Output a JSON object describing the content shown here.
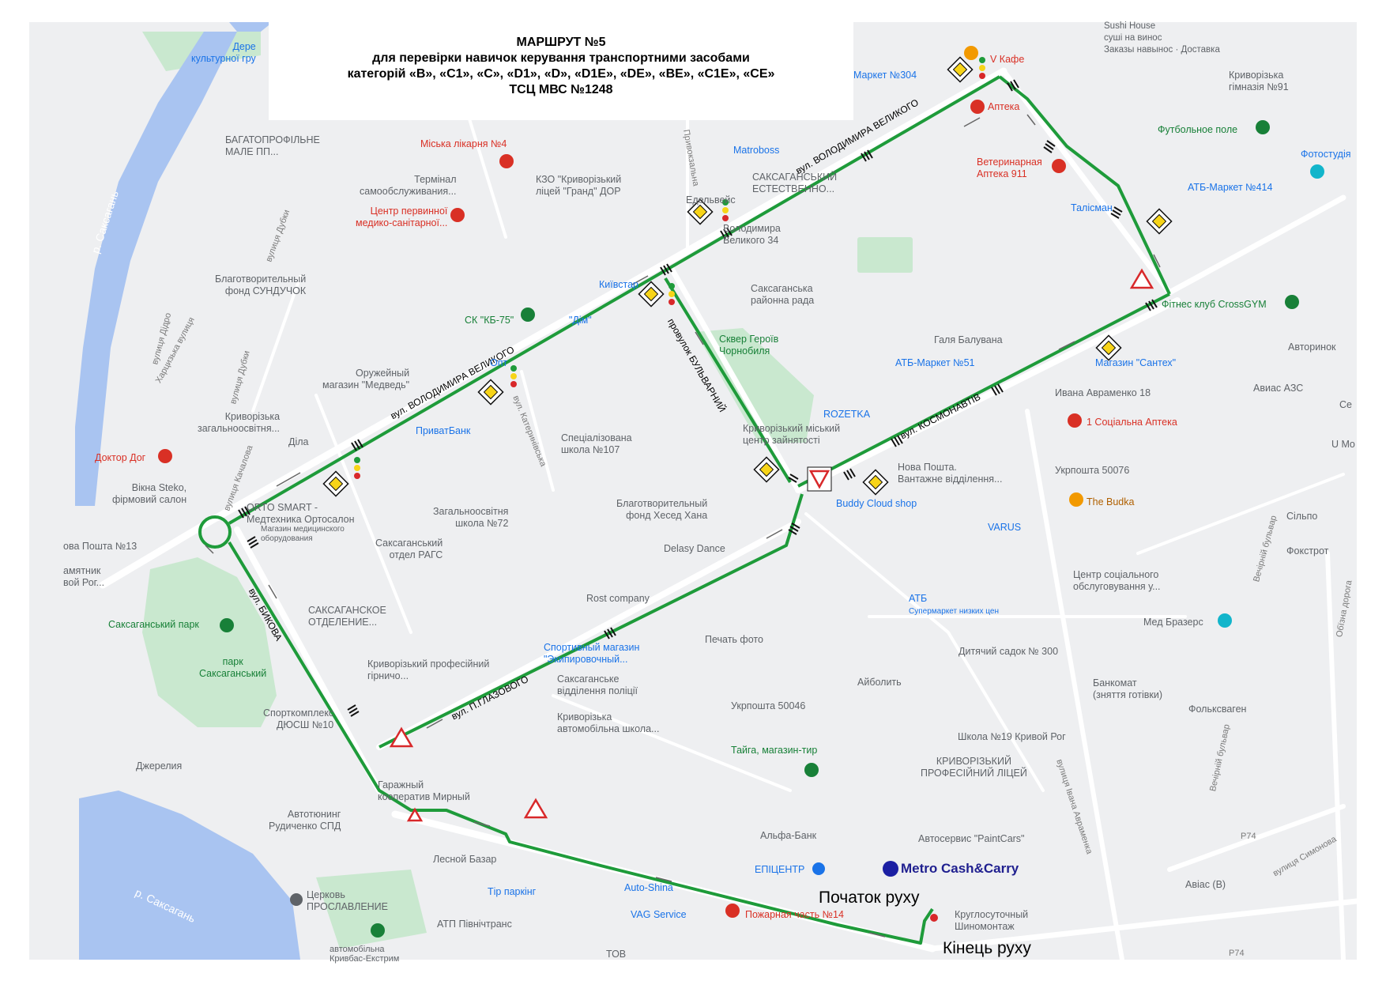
{
  "header": {
    "title": "МАРШРУТ №5",
    "line2": "для перевірки навичок керування транспортними засобами",
    "line3": "категорій «B», «C1», «C», «D1», «D», «D1E», «DE», «BE», «C1E», «CE»",
    "line4": "ТСЦ  МВС №1248"
  },
  "route_labels": {
    "volodymyra_1": "вул. ВОЛОДИМИРА ВЕЛИКОГО",
    "volodymyra_2": "вул. ВОЛОДИМИРА ВЕЛИКОГО",
    "bulvarnyi": "провулок БУЛЬВАРНИЙ",
    "kosmonavtiv": "вул. КОСМОНАВТІВ",
    "hlazovoho": "вул. П.ГЛАЗОВОГО",
    "bykova": "вул. БИКОВА"
  },
  "route_points": {
    "start": "Початок руху",
    "end": "Кінець руху",
    "metro": "Metro Cash&Carry"
  },
  "rivers": {
    "r1": "р. Саксагань",
    "r2": "р. Саксагань"
  },
  "streets": {
    "dyboky1": "вулиця Дубки",
    "dyboky2": "вулиця Дубки",
    "didro": "вулиця Дідро",
    "kharkivska": "Харцизька вулиця",
    "kachalova": "вулиця Качалова",
    "katerynivska": "вул. Катеринівська",
    "pryvokzalna": "Привокзальна",
    "ivana_avramenka": "вулиця Івана Авраменка",
    "vechirniy1": "Вечірній бульвар",
    "vechirniy2": "Вечірній бульвар",
    "symonova": "вулиця Симонова",
    "obizna": "Обїзна дорога",
    "p74a": "P74",
    "p74b": "P74"
  },
  "pois": {
    "p_derev": "Дере\nкультурної гру",
    "p_sushi": "Sushi House\nсуші на винос\nЗаказы навынос · Доставка",
    "p_vcafe": "V Кафе",
    "p_market304": "Маркет №304",
    "p_apteka": "Аптека",
    "p_gymn": "Криворізька\nгімназія №91",
    "p_futbol": "Футбольное поле",
    "p_foto": "Фотостудія",
    "p_atb414": "АТБ-Маркет №414",
    "p_bahato": "БАГАТОПРОФІЛЬНЕ\nМАЛЕ ПП...",
    "p_likarnia": "Міська лікарня №4",
    "p_matroboss": "Matroboss",
    "p_vet": "Ветеринарная\nАптека 911",
    "p_terminal": "Термінал\nсамообслуживания...",
    "p_kzo": "КЗО \"Криворізький\nліцей \"Гранд\" ДОР",
    "p_saksest": "САКСАГАНСЬКИЙ\nЕСТЕСТВЕННО...",
    "p_talisman": "Талісман",
    "p_centr": "Центр первинної\nмедико-санітарної...",
    "p_edelveis": "Едельвейс",
    "p_volod34": "Володимира\nВеликого 34",
    "p_blag": "Благотворительный\nфонд СУНДУЧОК",
    "p_kyivstar": "Київстар",
    "p_saksrada": "Саксаганська\nрайонна рада",
    "p_crossgym": "Фітнес клуб CrossGYM",
    "p_kb75": "СК \"КБ-75\"",
    "p_dim": "\"Дім\"",
    "p_skver": "Сквер Героїв\nЧорнобиля",
    "p_galia": "Галя Балувана",
    "p_avtorynok": "Авторинок",
    "p_oruzh": "Оружейный\nмагазин \"Медведь\"",
    "p_opt": "Опт",
    "p_atb51": "АТБ-Маркет №51",
    "p_santeh": "Магазин \"Сантех\"",
    "p_avias": "Авиас АЗС",
    "p_avramenko18": "Ивана Авраменко 18",
    "p_kryvzag": "Криворізька\nзагальноосвітня...",
    "p_dila": "Діла",
    "p_pryvat": "ПриватБанк",
    "p_rozetka": "ROZETKA",
    "p_kryvcentr": "Криворізький міський\nцентр зайнятості",
    "p_socapt": "1 Соціальна Аптека",
    "p_doctordog": "Доктор Дог",
    "p_spec": "Спеціалізована\nшкола №107",
    "p_novaposhta": "Нова Пошта.\nВантажне відділення...",
    "p_ukrposhta76": "Укрпошта 50076",
    "p_vikna": "Вікна Steko,\nфірмовий салон",
    "p_orto": "ORTO SMART -\nМедтехника Ортосалон",
    "p_orto_sub": "Магазин медицинского\nоборудования",
    "p_hesed": "Благотворительный\nфонд Хесед Хана",
    "p_buddy": "Buddy Cloud shop",
    "p_budka": "The Budka",
    "p_silpo": "Сільпо",
    "p_zag72": "Загальноосвітня\nшкола №72",
    "p_varus": "VARUS",
    "p_poshta13": "ова Пошта №13",
    "p_pam": "амятник\nвой Рог...",
    "p_ragss": "Саксаганський\nотдел РАГС",
    "p_delasy": "Delasy Dance",
    "p_fokstrot": "Фокстрот",
    "p_socobs": "Центр соціального\nобслуговування у...",
    "p_atb": "АТБ",
    "p_atb_sub": "Супермаркет низких цен",
    "p_rost": "Rost company",
    "p_saksvid": "САКСАГАНСКОЕ\nОТДЕЛЕНИЕ...",
    "p_braz": "Мед Бразерс",
    "p_park": "Саксаганський парк",
    "p_park2": "парк\nСаксаганський",
    "p_sport": "Спортивный магазин\n\"Экипировочный...",
    "p_printfoto": "Печать фото",
    "p_sadok": "Дитячий садок № 300",
    "p_profes": "Криворізький професійний\nгірничо...",
    "p_saksvp": "Саксаганське\nвідділення поліції",
    "p_aibolit": "Айболить",
    "p_bankomat": "Банкомат\n(зняття готівки)",
    "p_sportkompl": "Спорткомплекс\nДЮСШ №10",
    "p_avtoshkola": "Криворізька\nавтомобільна школа...",
    "p_ukrposhta46": "Укрпошта 50046",
    "p_folks": "Фольксваген",
    "p_shkola19": "Школа №19 Кривой Рог",
    "p_proflic": "КРИВОРІЗЬКИЙ\nПРОФЕСІЙНИЙ ЛІЦЕЙ",
    "p_dzherelia": "Джерелия",
    "p_taiga": "Тайга, магазин-тир",
    "p_garazh": "Гаражный\nкооператив Мирный",
    "p_tuning": "Автотюнинг\nРудиченко СПД",
    "p_alfa": "Альфа-Банк",
    "p_paintcars": "Автосервис \"PaintCars\"",
    "p_lesnoy": "Лесной Базар",
    "p_epicentr": "ЕПІЦЕНТР",
    "p_avias_b": "Авіас (В)",
    "p_tir": "Тір паркінг",
    "p_autoshina": "Auto-Shina",
    "p_cerkva": "Церковь\nПРОСЛАВЛЕНИЕ",
    "p_vag": "VAG Service",
    "p_pozh": "Пожарная часть №14",
    "p_shinomontazh": "Круглосуточный\nШиномонтаж",
    "p_atppn": "АТП Північтранс",
    "p_avtomob": "автомобільна\nКривбас-Екстрим",
    "p_tov": "ТОВ",
    "p_umo": "U Mo",
    "p_ce": "Се"
  },
  "colors": {
    "route": "#1e9b3a",
    "map_bg": "#eeeff1",
    "water": "#a9c4f1",
    "park": "#c9e8cf",
    "road": "#ffffff",
    "warning": "#d8282a",
    "priority_sign": "#f7d418",
    "metro_dot": "#1b1fa3"
  }
}
